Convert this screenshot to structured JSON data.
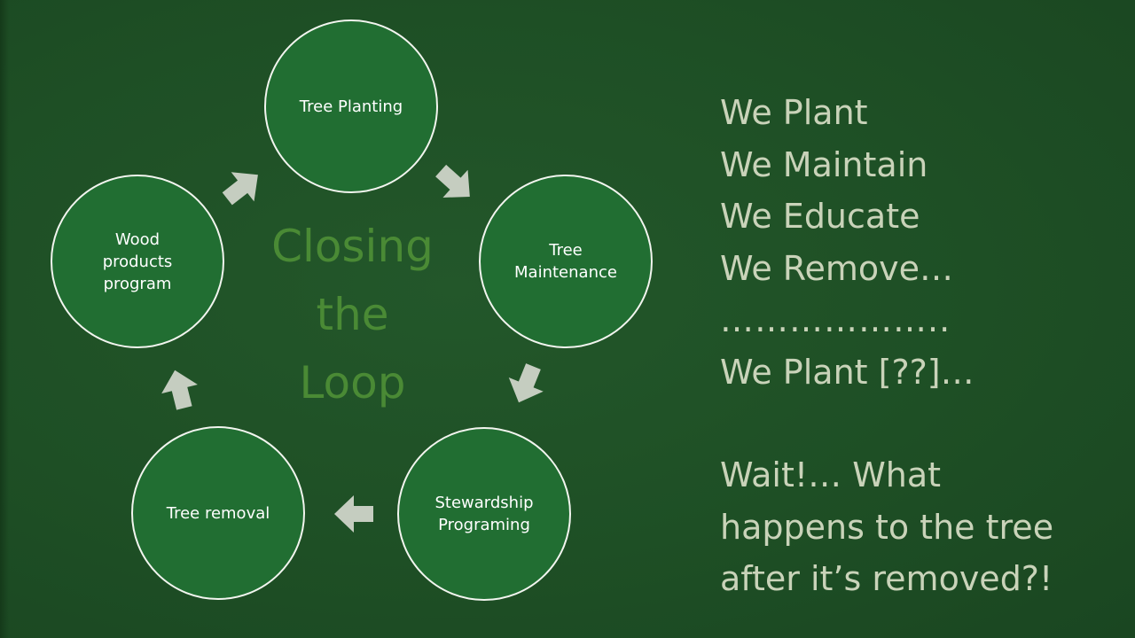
{
  "diagram": {
    "title": "Closing\nthe\nLoop",
    "nodes": [
      {
        "id": "tree-planting",
        "label": "Tree Planting"
      },
      {
        "id": "tree-maintenance",
        "label": "Tree\nMaintenance"
      },
      {
        "id": "stewardship-programing",
        "label": "Stewardship\nPrograming"
      },
      {
        "id": "tree-removal",
        "label": "Tree removal"
      },
      {
        "id": "wood-products-program",
        "label": "Wood\nproducts\nprogram"
      }
    ],
    "flow": [
      "tree-planting",
      "tree-maintenance",
      "stewardship-programing",
      "tree-removal",
      "wood-products-program",
      "tree-planting"
    ]
  },
  "statements": {
    "lines": [
      "We Plant",
      "We Maintain",
      "We Educate",
      "We Remove…",
      "………………..",
      "We Plant [??]…"
    ],
    "question": "Wait!… What\nhappens to the tree\nafter it’s removed?!"
  },
  "colors": {
    "background": "#1d4d24",
    "node_fill": "#216e32",
    "node_border": "#f2f5ef",
    "arrow": "#c5cdc0",
    "title_text": "#4a8a35",
    "statement_text": "#c9d3b9"
  }
}
